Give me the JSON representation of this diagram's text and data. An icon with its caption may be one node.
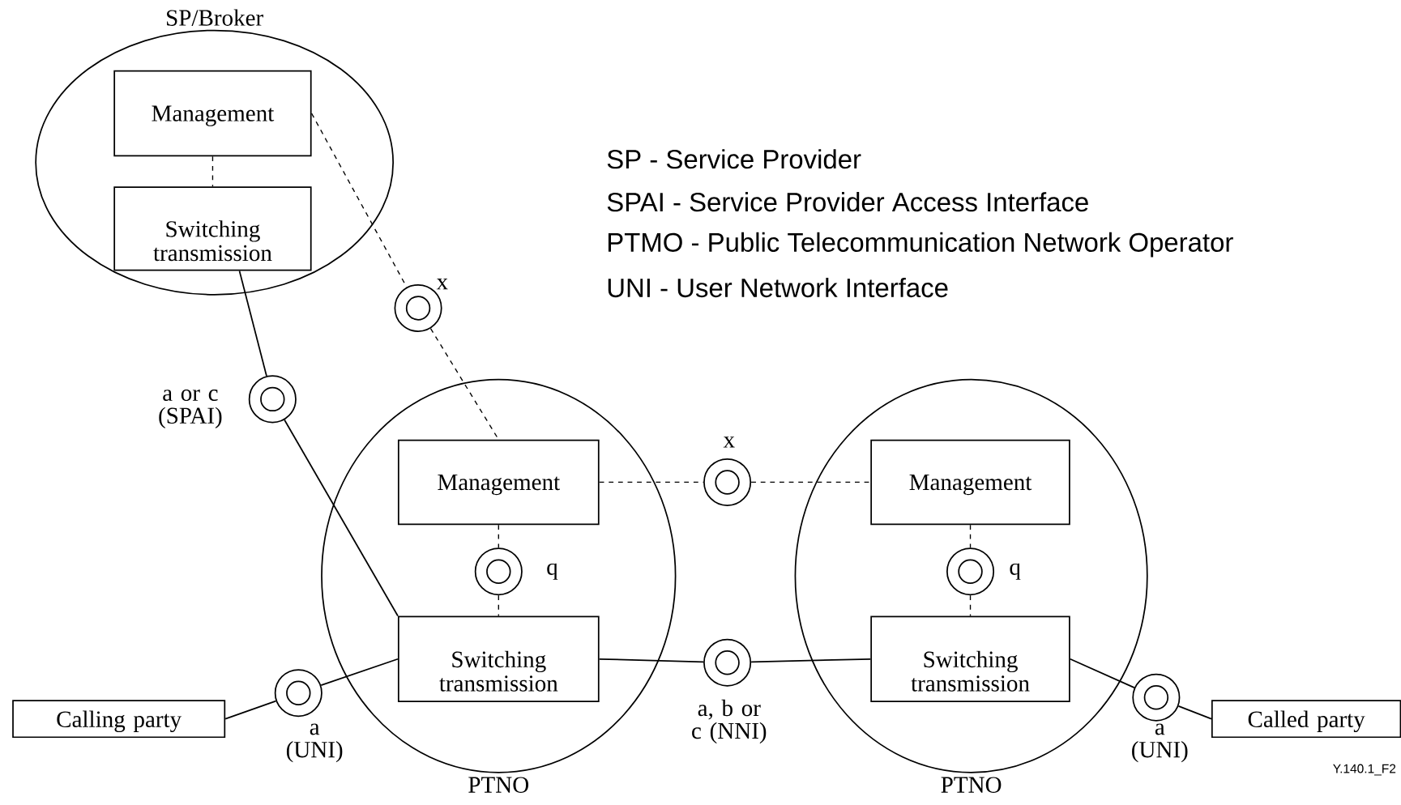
{
  "diagram": {
    "nodes": [
      {
        "text": [
          "SP/Broker"
        ]
      },
      {
        "text": [
          "Management"
        ],
        "in": 0
      },
      {
        "text": [
          "Switching transmission"
        ],
        "in": 0
      },
      {
        "text": [
          "PTNO"
        ]
      },
      {
        "text": [
          "Management"
        ],
        "in": 3
      },
      {
        "text": [
          "Switching transmission"
        ],
        "in": 3
      },
      {
        "text": [
          "PTNO"
        ]
      },
      {
        "text": [
          "Management"
        ],
        "in": 6
      },
      {
        "text": [
          "Switching transmission"
        ],
        "in": 6
      },
      {
        "text": [
          "Calling party"
        ]
      },
      {
        "text": [
          "Called party"
        ]
      },
      {
        "text": [],
        "shape": "circle",
        "beside": [
          "x"
        ]
      },
      {
        "text": [],
        "shape": "circle",
        "beside": [
          "a or c (SPAI)"
        ]
      },
      {
        "text": [],
        "shape": "circle",
        "beside": [
          "x"
        ]
      },
      {
        "text": [],
        "shape": "circle",
        "beside": [
          "q"
        ],
        "in": 3
      },
      {
        "text": [],
        "shape": "circle",
        "beside": [
          "q"
        ],
        "in": 6
      },
      {
        "text": [],
        "shape": "circle",
        "beside": [
          "a, b or c (NNI)"
        ]
      },
      {
        "text": [],
        "shape": "circle",
        "beside": [
          "a (UNI)"
        ]
      },
      {
        "text": [],
        "shape": "circle",
        "beside": [
          "a (UNI)"
        ]
      }
    ],
    "edges": [
      {
        "from": 1,
        "to": 2,
        "arrow": "none",
        "style": "dashed"
      },
      {
        "from": 1,
        "to": 11,
        "arrow": "none",
        "style": "dashed"
      },
      {
        "from": 11,
        "to": 4,
        "arrow": "none",
        "style": "dashed"
      },
      {
        "from": 2,
        "to": 12,
        "arrow": "none"
      },
      {
        "from": 12,
        "to": 5,
        "arrow": "none"
      },
      {
        "from": 4,
        "to": 13,
        "arrow": "none",
        "style": "dashed"
      },
      {
        "from": 13,
        "to": 7,
        "arrow": "none",
        "style": "dashed"
      },
      {
        "from": 4,
        "to": 14,
        "arrow": "none",
        "style": "dashed"
      },
      {
        "from": 14,
        "to": 5,
        "arrow": "none",
        "style": "dashed"
      },
      {
        "from": 7,
        "to": 15,
        "arrow": "none",
        "style": "dashed"
      },
      {
        "from": 15,
        "to": 8,
        "arrow": "none",
        "style": "dashed"
      },
      {
        "from": 5,
        "to": 16,
        "arrow": "none"
      },
      {
        "from": 16,
        "to": 8,
        "arrow": "none"
      },
      {
        "from": 9,
        "to": 17,
        "arrow": "none"
      },
      {
        "from": 17,
        "to": 5,
        "arrow": "none"
      },
      {
        "from": 8,
        "to": 18,
        "arrow": "none"
      },
      {
        "from": 18,
        "to": 10,
        "arrow": "none"
      }
    ],
    "labels": [
      "SP - Service Provider",
      "SPAI - Service Provider Access Interface",
      "PTMO - Public Telecommunication Network Operator",
      "UNI - User Network Interface",
      "Y.140.1_F2"
    ]
  }
}
